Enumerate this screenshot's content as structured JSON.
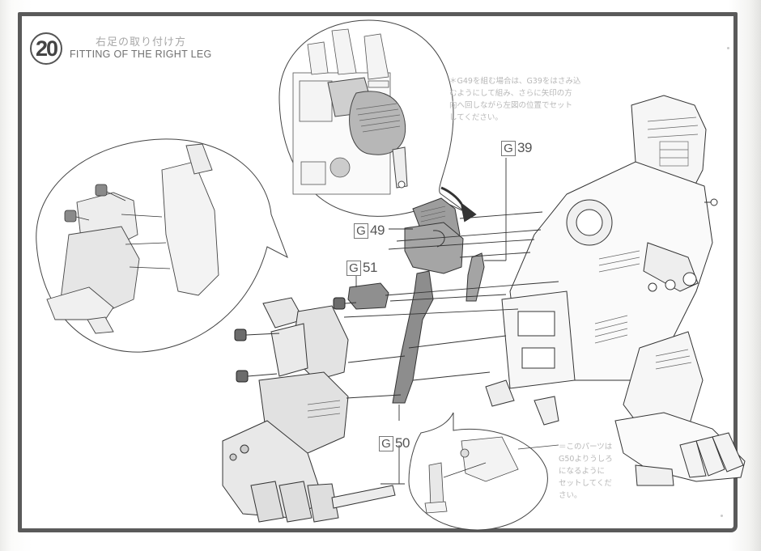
{
  "step": {
    "number": "20",
    "title_jp": "右足の取り付け方",
    "title_en": "FITTING OF THE RIGHT LEG"
  },
  "notes": {
    "top": "＊G49を組む場合は、G39をはさみ込\nむようにして組み、さらに矢印の方\n向へ回しながら左図の位置でセット\nしてください。",
    "bottom": "＝このパーツは\nG50よりうしろ\nになるように\nセットしてくだ\nさい。"
  },
  "parts": [
    {
      "runner": "G",
      "number": "39"
    },
    {
      "runner": "G",
      "number": "49"
    },
    {
      "runner": "G",
      "number": "51"
    },
    {
      "runner": "G",
      "number": "50"
    }
  ],
  "illustrations": {
    "callout_top": "detail-G49-rotation",
    "callout_left": "detail-leg-assembly",
    "callout_bottom": "detail-G50-position",
    "main": "zoid-body-with-right-leg-exploded"
  },
  "colors": {
    "frame": "#5a5a5a",
    "line_art": "#3a3a3a",
    "part_fill": "#9a9a9a",
    "part_fill_light": "#e6e6e6",
    "note_text": "#b8b8b8"
  }
}
